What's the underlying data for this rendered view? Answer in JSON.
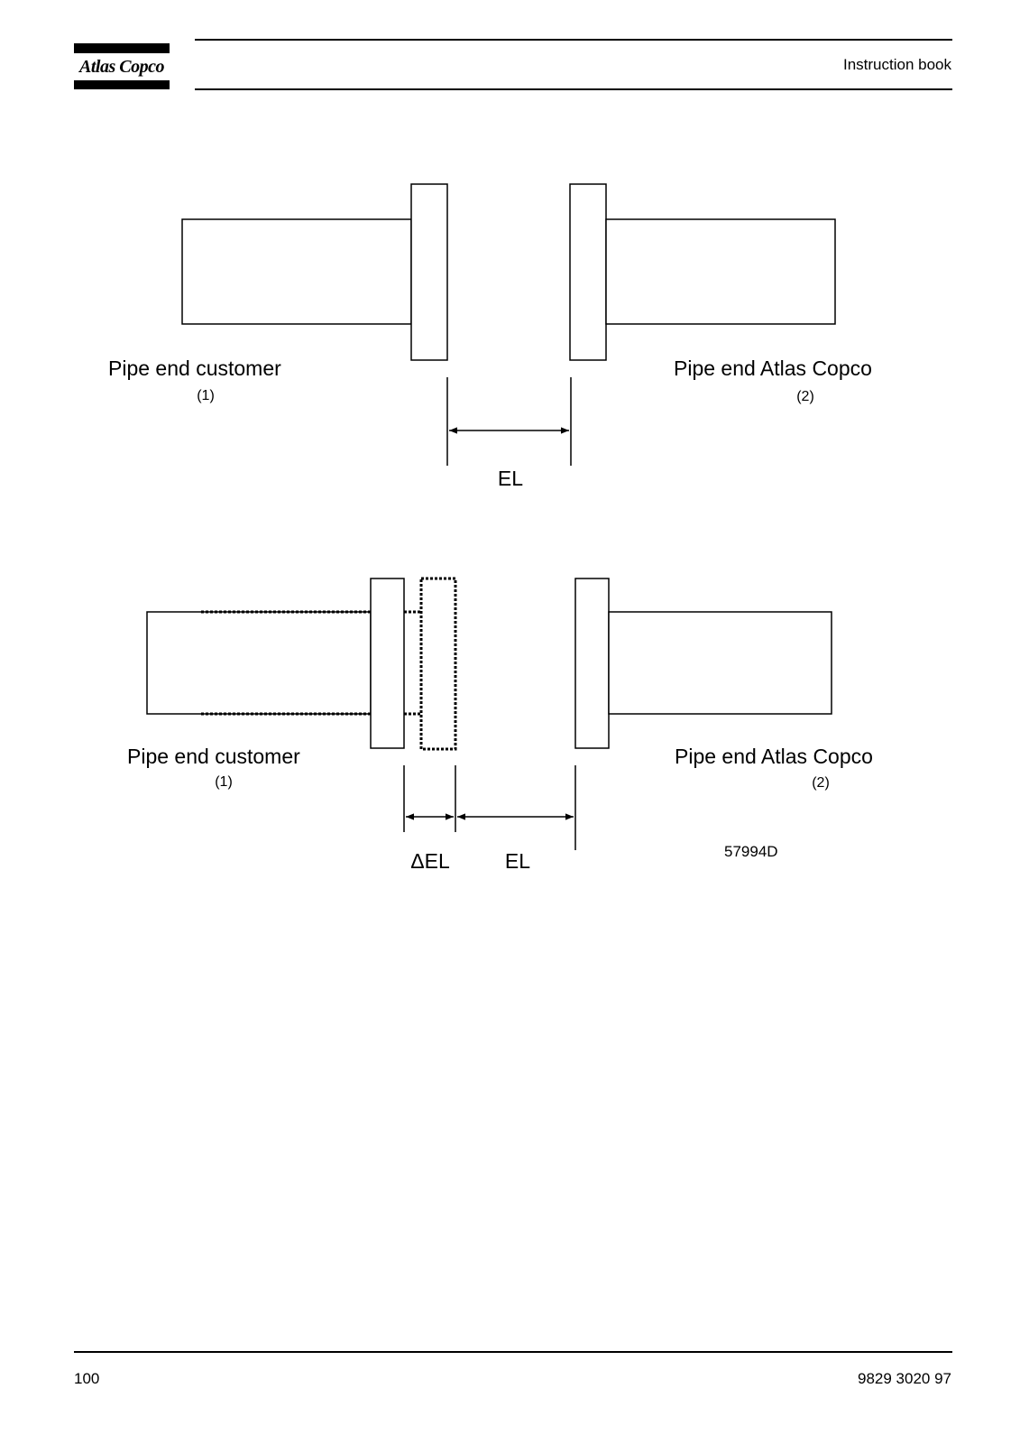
{
  "header": {
    "brand": "Atlas Copco",
    "title": "Instruction book"
  },
  "figure": {
    "top_diagram": {
      "left_label": "Pipe end customer",
      "left_number": "(1)",
      "right_label": "Pipe end Atlas Copco",
      "right_number": "(2)",
      "dimension": "EL"
    },
    "bottom_diagram": {
      "left_label": "Pipe end customer",
      "left_number": "(1)",
      "right_label": "Pipe end Atlas Copco",
      "right_number": "(2)",
      "delta_dimension": "ΔEL",
      "dimension": "EL"
    },
    "figure_code": "57994D"
  },
  "footer": {
    "page_number": "100",
    "document_number": "9829 3020 97"
  }
}
